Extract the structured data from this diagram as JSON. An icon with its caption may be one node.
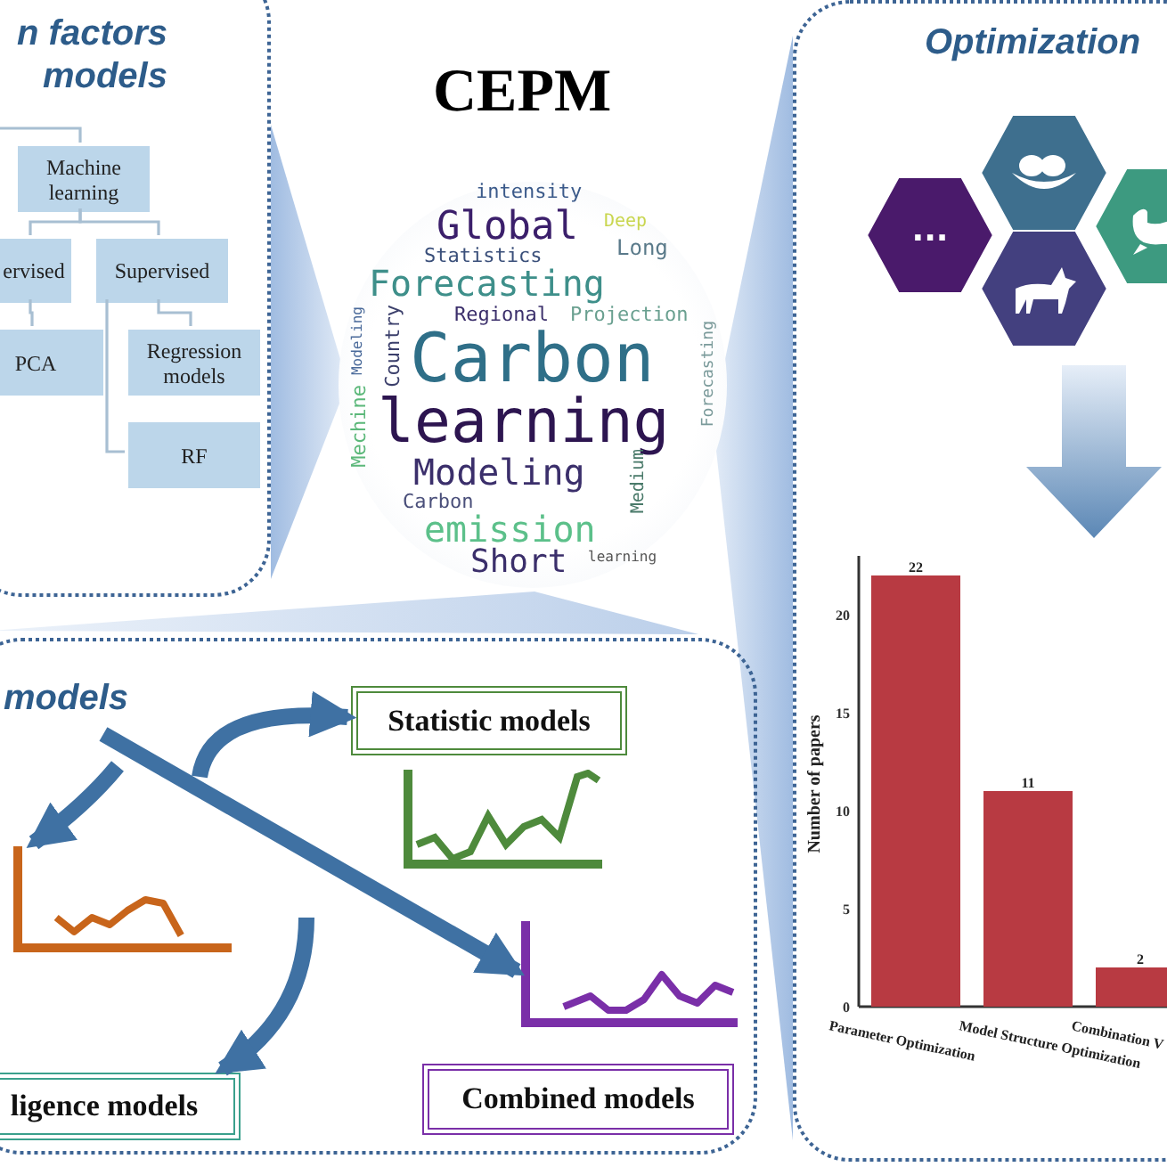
{
  "diagram": {
    "title": "CEPM",
    "nodes": [
      {
        "text": [
          "n factors models"
        ]
      },
      {
        "text": [
          "Machine learning"
        ],
        "in": 0
      },
      {
        "text": [
          "ervised"
        ],
        "in": 0
      },
      {
        "text": [
          "Supervised"
        ],
        "in": 0
      },
      {
        "text": [
          "PCA"
        ],
        "in": 0
      },
      {
        "text": [
          "Regression models"
        ],
        "in": 0
      },
      {
        "text": [
          "RF"
        ],
        "in": 0
      },
      {
        "text": [
          "Optimization"
        ]
      },
      {
        "text": [
          "..."
        ],
        "in": 7
      },
      {
        "text": [],
        "shape": "picture",
        "in": 7
      },
      {
        "text": [],
        "shape": "picture",
        "in": 7
      },
      {
        "text": [],
        "shape": "picture",
        "in": 7
      },
      {
        "text": [
          "models"
        ]
      },
      {
        "text": [
          "Statistic models"
        ],
        "in": 12
      },
      {
        "text": [],
        "shape": "picture",
        "in": 12
      },
      {
        "text": [
          "ligence models"
        ],
        "in": 12
      },
      {
        "text": [],
        "shape": "picture",
        "in": 12
      },
      {
        "text": [
          "Combined models"
        ],
        "in": 12
      },
      {
        "text": [],
        "shape": "triangle"
      },
      {
        "text": [],
        "shape": "triangle"
      },
      {
        "text": [],
        "shape": "triangle"
      }
    ],
    "edges": [
      {
        "from": null,
        "to": 1,
        "arrow": "none"
      },
      {
        "from": 1,
        "to": 2,
        "arrow": "none"
      },
      {
        "from": 1,
        "to": 3,
        "arrow": "none"
      },
      {
        "from": 2,
        "to": 4,
        "arrow": "none"
      },
      {
        "from": 3,
        "to": 5,
        "arrow": "none"
      },
      {
        "from": 3,
        "to": 6,
        "arrow": "none"
      },
      {
        "from": null,
        "to": 13,
        "arrow": "to",
        "style": "thick",
        "color": "#3f71a3"
      },
      {
        "from": null,
        "to": 14,
        "arrow": "to",
        "style": "thick",
        "color": "#3f71a3"
      },
      {
        "from": null,
        "to": 16,
        "arrow": "to",
        "style": "thick",
        "color": "#3f71a3"
      },
      {
        "from": null,
        "to": 15,
        "arrow": "to",
        "style": "thick",
        "color": "#3f71a3"
      },
      {
        "from": 10,
        "to": null,
        "arrow": "to",
        "style": "thick",
        "color": "#5b87b5"
      }
    ],
    "labels": [
      "intensity",
      "Global",
      "Deep",
      "Long",
      "Statistics",
      "Forecasting",
      "Modeling",
      "Regional",
      "Projection",
      "Country",
      "Mechine",
      "Carbon",
      "Forecasting",
      "learning",
      "Modeling",
      "Medium",
      "Carbon",
      "emission",
      "Short",
      "learning"
    ],
    "chart_data": {
      "type": "bar",
      "ylabel": "Number of papers",
      "categories": [
        "Parameter Optimization",
        "Model Structure Optimization",
        "Combination V"
      ],
      "values": [
        22,
        11,
        2
      ],
      "ylim": [
        0,
        23
      ],
      "yticks": [
        0,
        5,
        10,
        15,
        20
      ],
      "data_labels": true
    }
  }
}
